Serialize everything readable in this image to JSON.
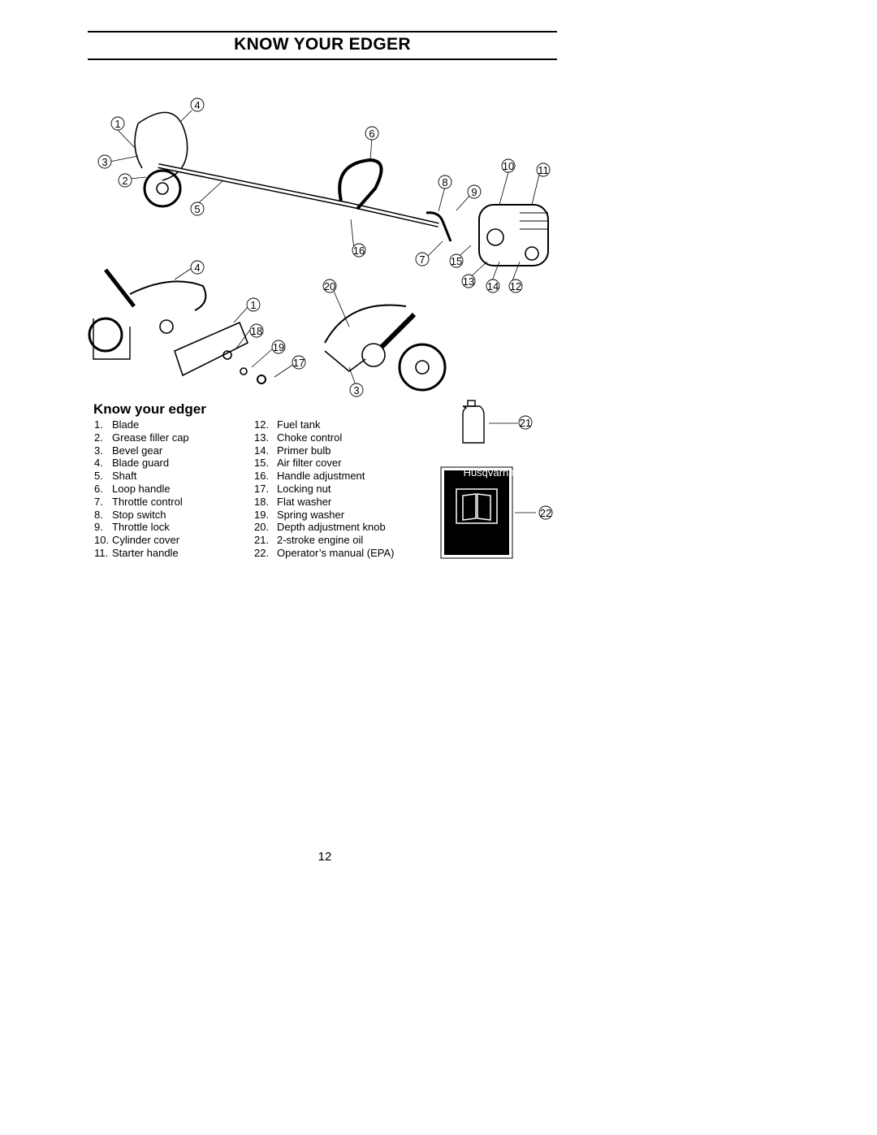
{
  "header": {
    "title": "KNOW YOUR EDGER"
  },
  "section": {
    "title": "Know your edger"
  },
  "parts_left": [
    {
      "num": "1.",
      "label": "Blade"
    },
    {
      "num": "2.",
      "label": "Grease filler cap"
    },
    {
      "num": "3.",
      "label": "Bevel gear"
    },
    {
      "num": "4.",
      "label": "Blade guard"
    },
    {
      "num": "5.",
      "label": "Shaft"
    },
    {
      "num": "6.",
      "label": "Loop handle"
    },
    {
      "num": "7.",
      "label": "Throttle control"
    },
    {
      "num": "8.",
      "label": "Stop switch"
    },
    {
      "num": "9.",
      "label": "Throttle lock"
    },
    {
      "num": "10.",
      "label": "Cylinder cover"
    },
    {
      "num": "11.",
      "label": "Starter handle"
    }
  ],
  "parts_right": [
    {
      "num": "12.",
      "label": "Fuel tank"
    },
    {
      "num": "13.",
      "label": "Choke control"
    },
    {
      "num": "14.",
      "label": "Primer bulb"
    },
    {
      "num": "15.",
      "label": "Air filter cover"
    },
    {
      "num": "16.",
      "label": "Handle adjustment"
    },
    {
      "num": "17.",
      "label": "Locking nut"
    },
    {
      "num": "18.",
      "label": "Flat washer"
    },
    {
      "num": "19.",
      "label": "Spring washer"
    },
    {
      "num": "20.",
      "label": "Depth adjustment knob"
    },
    {
      "num": "21.",
      "label": "2-stroke engine oil"
    },
    {
      "num": "22.",
      "label": "Operator’s manual (EPA)"
    }
  ],
  "callouts": {
    "c1": "1",
    "c2": "2",
    "c3": "3",
    "c4": "4",
    "c5": "5",
    "c6": "6",
    "c7": "7",
    "c8": "8",
    "c9": "9",
    "c10": "10",
    "c11": "11",
    "c12": "12",
    "c13": "13",
    "c14": "14",
    "c15": "15",
    "c16": "16",
    "c17": "17",
    "c18": "18",
    "c19": "19",
    "c20": "20",
    "c21": "21",
    "c22": "22"
  },
  "manual_brand": "Husqvarna",
  "page_number": "12"
}
